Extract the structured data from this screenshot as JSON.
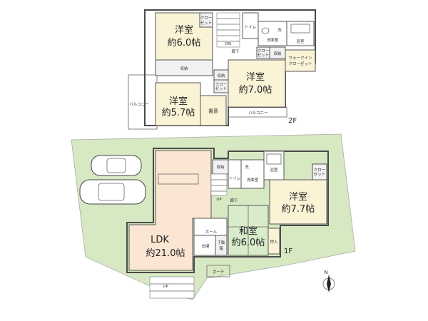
{
  "floor_2f": {
    "label": "2F",
    "rooms": {
      "western_a": {
        "name": "洋室",
        "size": "約6.0帖"
      },
      "western_b": {
        "name": "洋室",
        "size": "約7.0帖"
      },
      "western_c": {
        "name": "洋室",
        "size": "約5.7帖"
      },
      "study": "書斎",
      "storage": "収納",
      "closet": "クロー\nゼット",
      "toilet": "トイレ",
      "washroom": "洗面室",
      "bathroom": "浴室",
      "walkin": "ウォークイン\nクローゼット",
      "corridor": "廊下",
      "wash": "洗",
      "balcony_left": "バルコニー",
      "balcony_bottom": "バルコニー",
      "dn": "DN"
    }
  },
  "floor_1f": {
    "label": "1F",
    "rooms": {
      "ldk": {
        "name": "LDK",
        "size": "約21.0帖"
      },
      "japanese": {
        "name": "和室",
        "size": "約6.0帖"
      },
      "western": {
        "name": "洋室",
        "size": "約7.7帖"
      },
      "storage": "収納",
      "toilet": "トイレ",
      "washroom": "洗面室",
      "bathroom": "浴室",
      "closet": "クロー\nゼット",
      "hall": "ホール",
      "entrance": "玄関",
      "shoebox": "下駄箱",
      "porch": "ポーチ",
      "corridor": "廊下",
      "oshiire": "押入",
      "wash": "洗",
      "up": "UP"
    }
  },
  "compass": {
    "label": "N"
  },
  "colors": {
    "yard": "#d7e9c2",
    "western_room": "#fbf3d6",
    "tatami": "#d8eccb",
    "ldk": "#fbe5d3"
  }
}
